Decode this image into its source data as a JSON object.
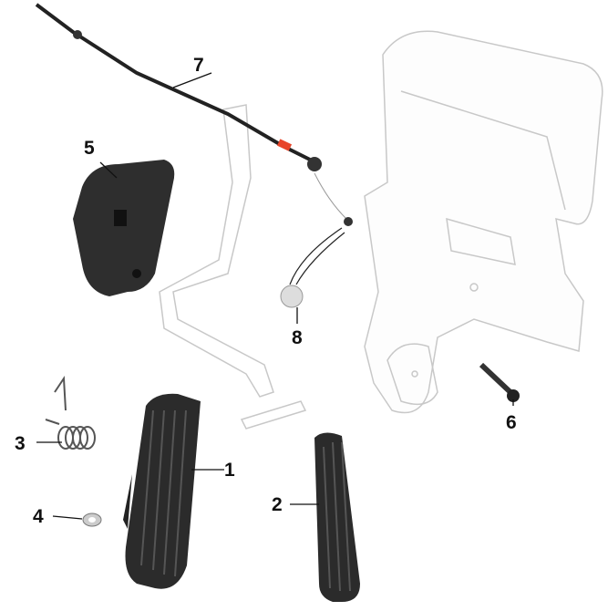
{
  "diagram": {
    "type": "exploded parts diagram",
    "callouts": [
      {
        "id": "1",
        "label": "1"
      },
      {
        "id": "2",
        "label": "2"
      },
      {
        "id": "3",
        "label": "3"
      },
      {
        "id": "4",
        "label": "4"
      },
      {
        "id": "5",
        "label": "5"
      },
      {
        "id": "6",
        "label": "6"
      },
      {
        "id": "7",
        "label": "7"
      },
      {
        "id": "8",
        "label": "8"
      }
    ],
    "colors": {
      "outline": "#c8c8c8",
      "part": "#2a2a2a",
      "accent": "#e8452a",
      "text": "#111111"
    }
  }
}
